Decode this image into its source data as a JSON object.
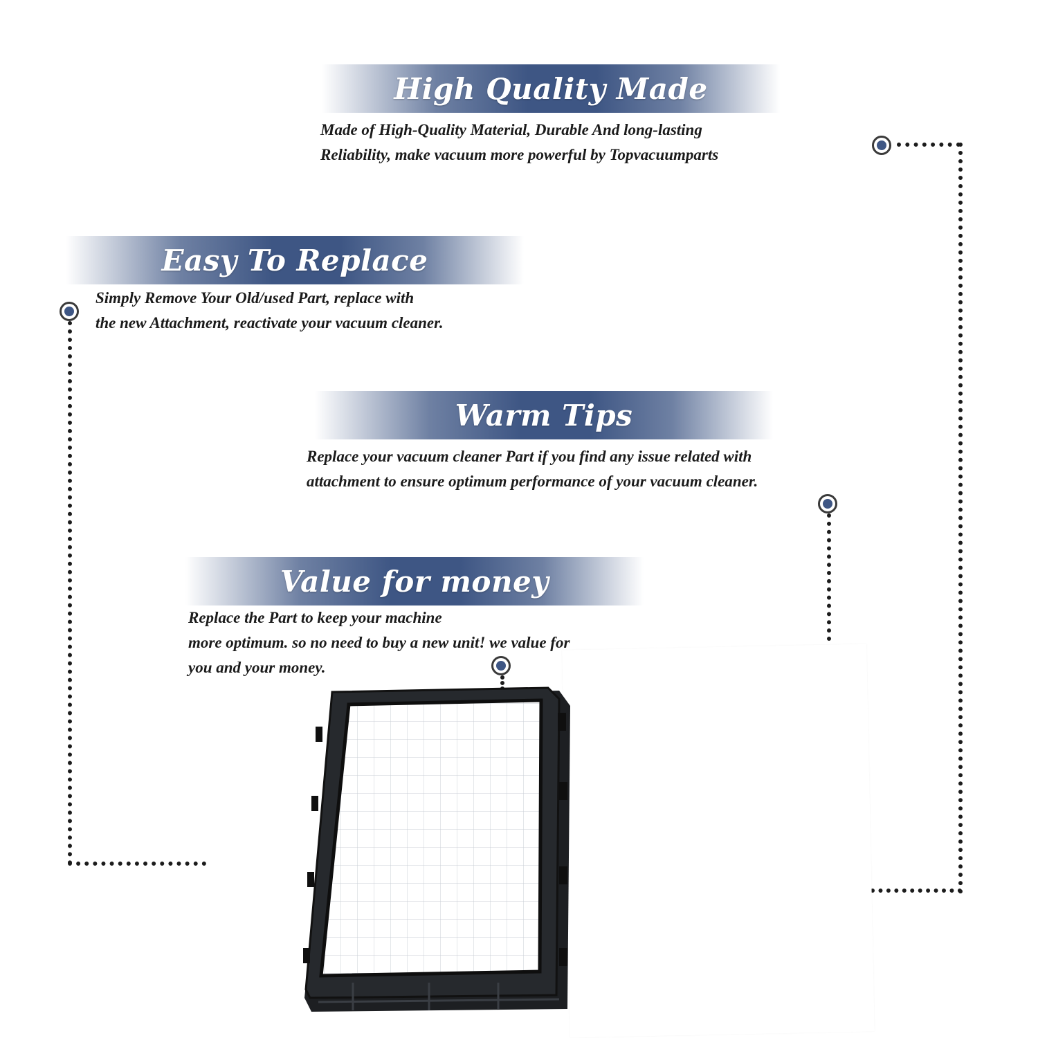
{
  "sections": [
    {
      "heading": "High Quality Made",
      "lines": [
        "Made of  High-Quality Material, Durable And long-lasting",
        "Reliability, make vacuum more powerful by Topvacuumparts"
      ]
    },
    {
      "heading": "Easy To Replace",
      "lines": [
        "Simply Remove Your Old/used Part, replace with",
        "the new Attachment, reactivate your vacuum cleaner."
      ]
    },
    {
      "heading": "Warm Tips",
      "lines": [
        "Replace your vacuum cleaner Part if you find any issue related with",
        " attachment to ensure optimum performance of your vacuum cleaner."
      ]
    },
    {
      "heading": "Value for money",
      "lines": [
        "Replace the Part to keep your machine",
        "more optimum. so no need to buy a new unit! we value for",
        "you and your money."
      ]
    }
  ],
  "colors": {
    "banner": "#3e5684",
    "marker": "#3e5684",
    "text": "#1b1b1b"
  },
  "product": {
    "icon": "hepa-filter-icon"
  }
}
